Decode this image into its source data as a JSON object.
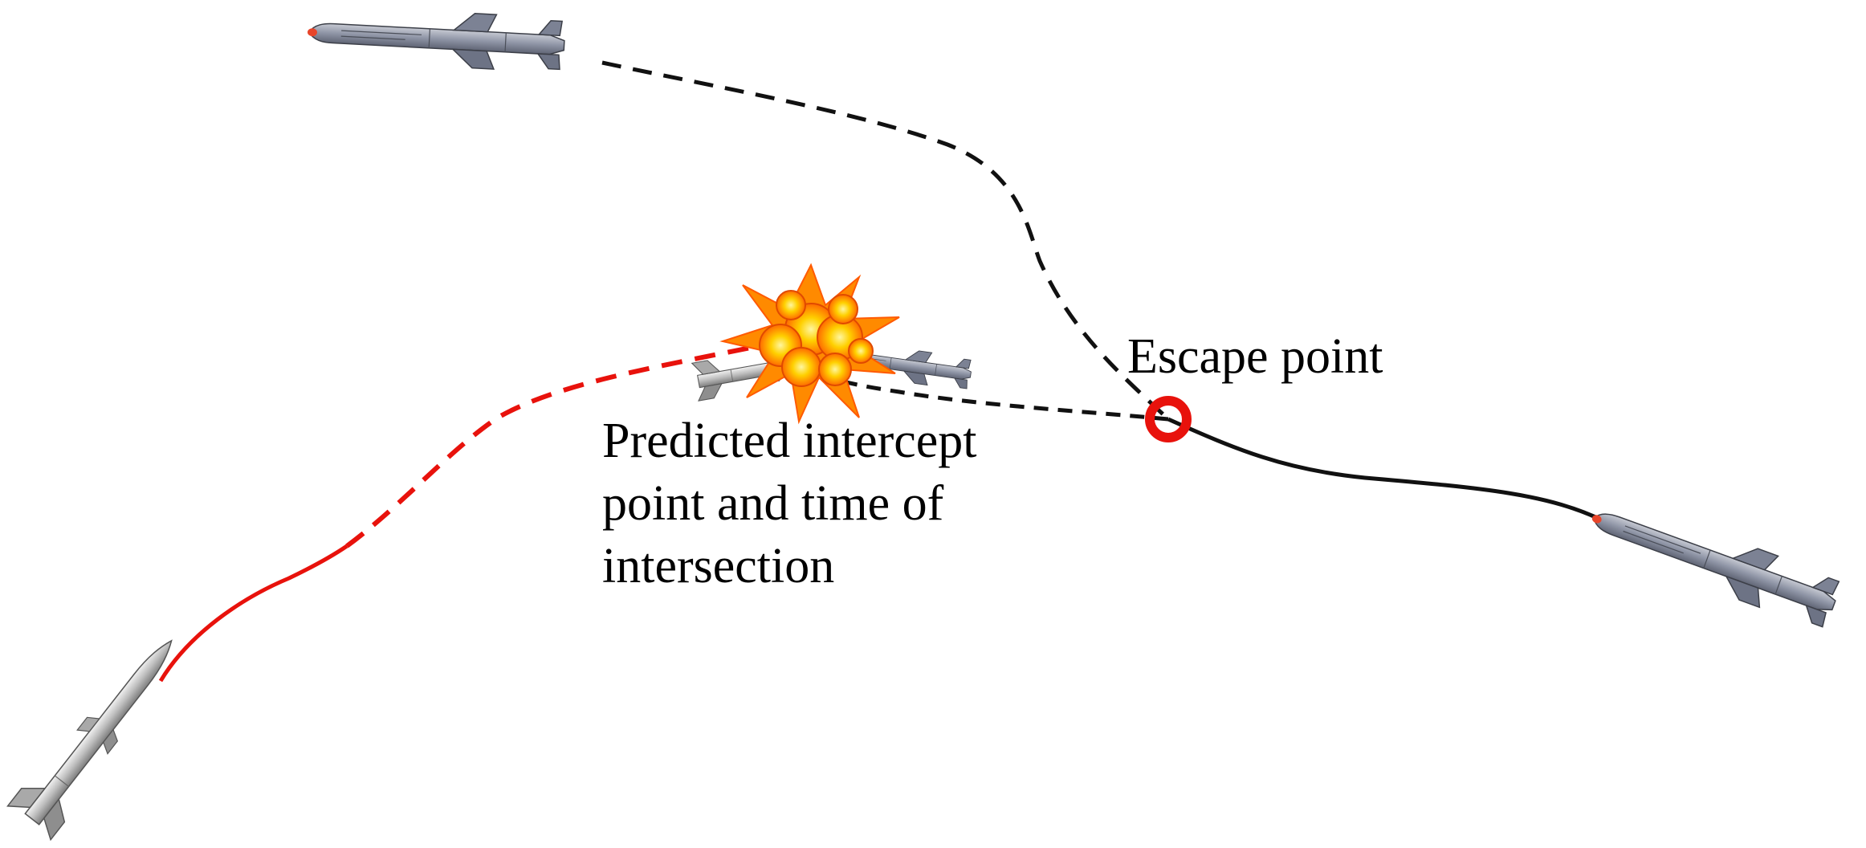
{
  "labels": {
    "escape_point": "Escape point",
    "intercept_lines": [
      "Predicted intercept",
      "point and time of",
      "intersection"
    ]
  },
  "colors": {
    "interceptor_path": "#e8120c",
    "target_path": "#000000",
    "escape_marker": "#e8120c",
    "missile_body": "#8f95a6",
    "interceptor_body": "#c9c9c9",
    "explosion_outer": "#ff8a00",
    "explosion_inner": "#ffd000"
  },
  "icons": {
    "target_missile": "cruise-missile-icon",
    "interceptor_missile": "interceptor-missile-icon",
    "explosion": "explosion-icon",
    "escape_marker": "ring-marker-icon"
  }
}
